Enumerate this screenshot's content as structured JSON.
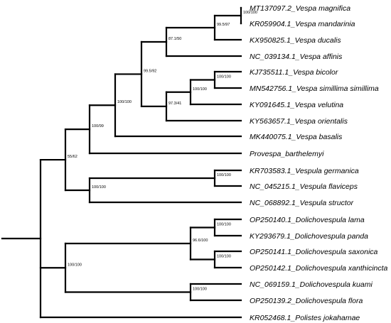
{
  "tree": {
    "tips": [
      {
        "id": "t1",
        "label": "MT137097.2_Vespa magnifica"
      },
      {
        "id": "t2",
        "label": "KR059904.1_Vespa mandarinia"
      },
      {
        "id": "t3",
        "label": "KX950825.1_Vespa ducalis"
      },
      {
        "id": "t4",
        "label": "NC_039134.1_Vespa affinis"
      },
      {
        "id": "t5",
        "label": "KJ735511.1_Vespa bicolor"
      },
      {
        "id": "t6",
        "label": "MN542756.1_Vespa simillima simillima"
      },
      {
        "id": "t7",
        "label": "KY091645.1_Vespa velutina"
      },
      {
        "id": "t8",
        "label": "KY563657.1_Vespa orientalis"
      },
      {
        "id": "t9",
        "label": "MK440075.1_Vespa basalis"
      },
      {
        "id": "t10",
        "label": "Provespa_barthelemyi"
      },
      {
        "id": "t11",
        "label": "KR703583.1_Vespula germanica"
      },
      {
        "id": "t12",
        "label": "NC_045215.1_Vespula flaviceps"
      },
      {
        "id": "t13",
        "label": "NC_068892.1_Vespula structor"
      },
      {
        "id": "t14",
        "label": "OP250140.1_Dolichovespula lama"
      },
      {
        "id": "t15",
        "label": "KY293679.1_Dolichovespula panda"
      },
      {
        "id": "t16",
        "label": "OP250141.1_Dolichovespula saxonica"
      },
      {
        "id": "t17",
        "label": "OP250142.1_Dolichovespula xanthicincta"
      },
      {
        "id": "t18",
        "label": "NC_069159.1_Dolichovespula kuami"
      },
      {
        "id": "t19",
        "label": "OP250139.2_Dolichovespula flora"
      },
      {
        "id": "t20",
        "label": "KR052468.1_Polistes jokahamae"
      }
    ],
    "support_values": [
      {
        "id": "n1",
        "label": "100/100"
      },
      {
        "id": "n2",
        "label": "99.5/97"
      },
      {
        "id": "n3",
        "label": "87.1/50"
      },
      {
        "id": "n4",
        "label": "100/100"
      },
      {
        "id": "n5",
        "label": "100/100"
      },
      {
        "id": "n6",
        "label": "97.3/41"
      },
      {
        "id": "n7",
        "label": "99.5/92"
      },
      {
        "id": "n8",
        "label": "100/100"
      },
      {
        "id": "n9",
        "label": "100/99"
      },
      {
        "id": "n10",
        "label": "100/100"
      },
      {
        "id": "n11",
        "label": "100/100"
      },
      {
        "id": "n12",
        "label": "55/62"
      },
      {
        "id": "n13",
        "label": "100/100"
      },
      {
        "id": "n14",
        "label": "100/100"
      },
      {
        "id": "n15",
        "label": "96.6/100"
      },
      {
        "id": "n16",
        "label": "100/100"
      },
      {
        "id": "n17",
        "label": "100/100"
      }
    ],
    "colors": {
      "line": "#000000",
      "text": "#000000",
      "background": "#ffffff"
    }
  }
}
